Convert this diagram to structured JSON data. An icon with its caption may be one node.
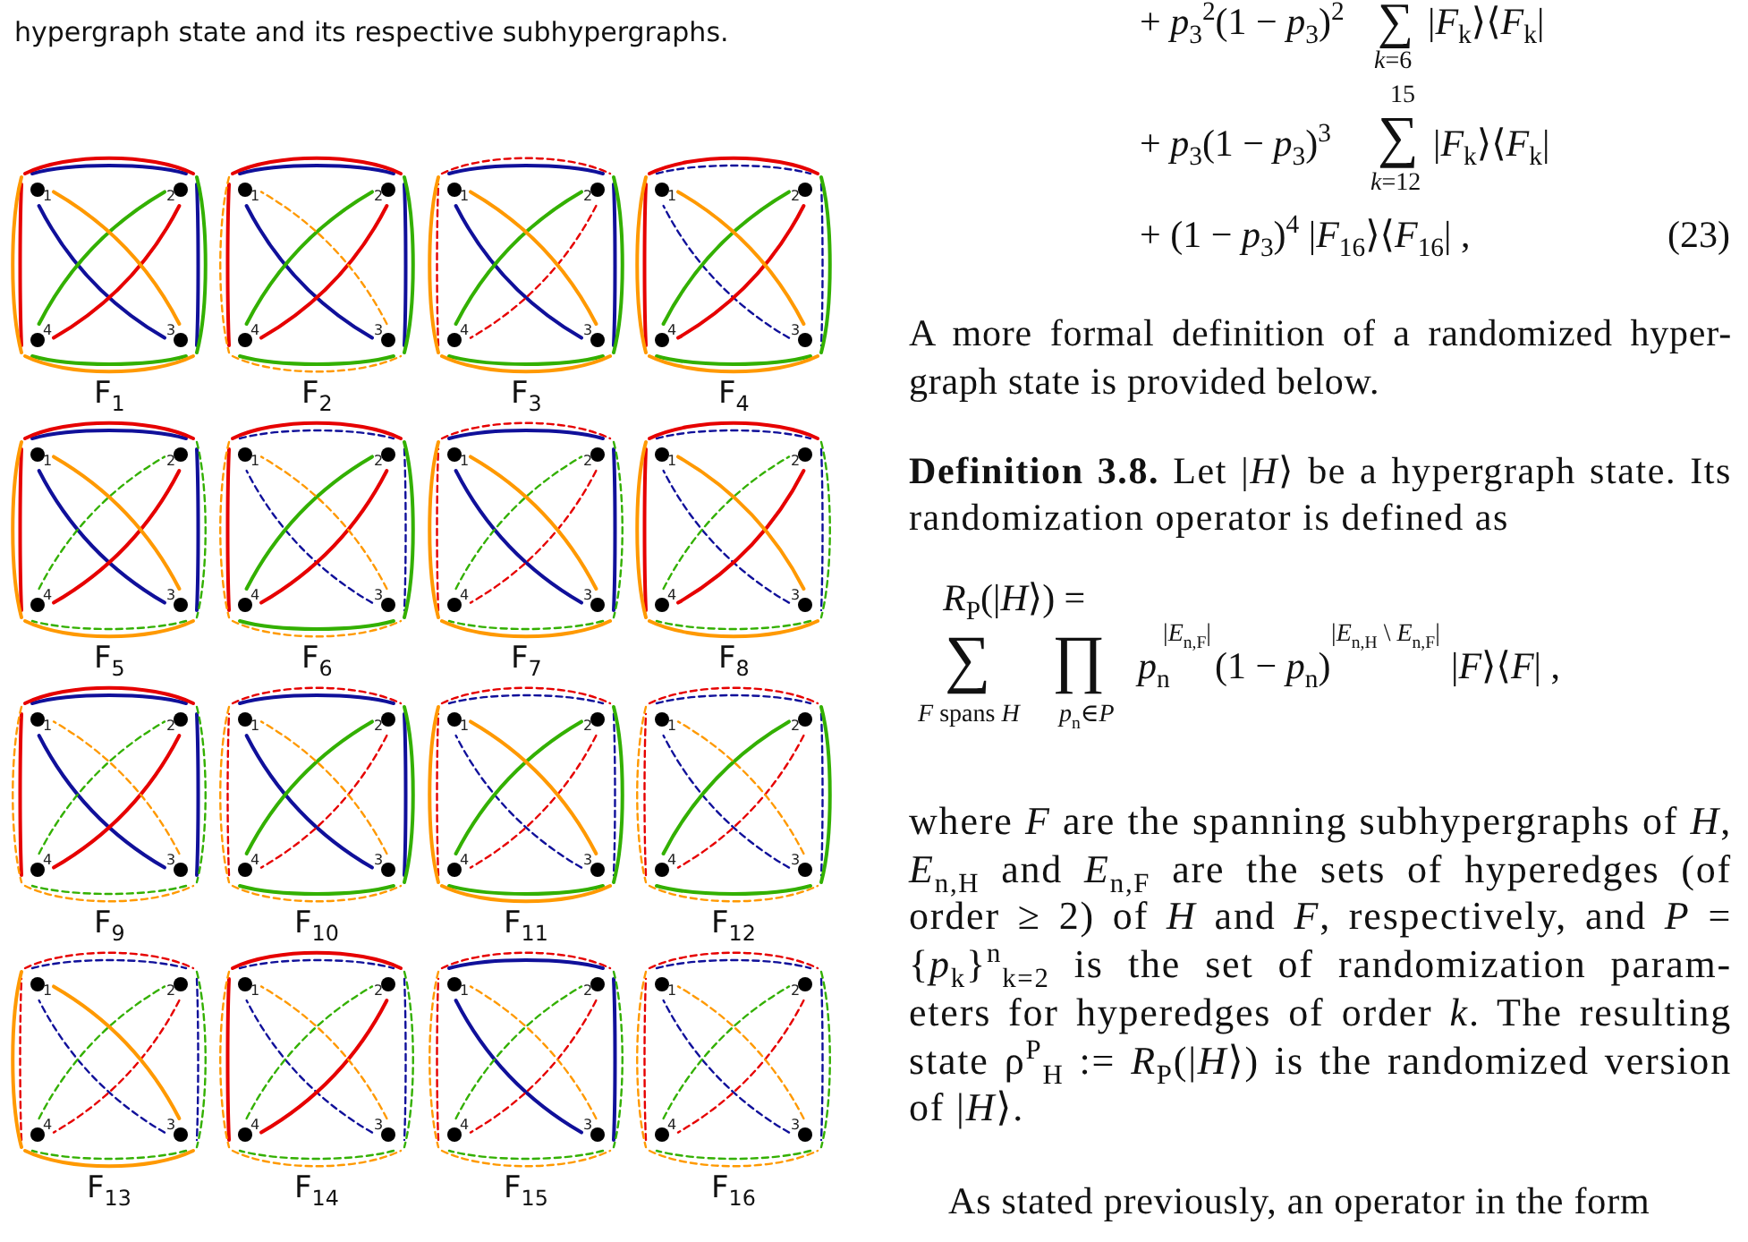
{
  "diagram": {
    "caption": "hypergraph state and its respective subhypergraphs.",
    "nodes": [
      {
        "text": [],
        "shape": "circle",
        "beside": [
          "1"
        ]
      },
      {
        "text": [],
        "shape": "circle",
        "beside": [
          "2"
        ]
      },
      {
        "text": [],
        "shape": "circle",
        "beside": [
          "4"
        ]
      },
      {
        "text": [],
        "shape": "circle",
        "beside": [
          "3"
        ]
      },
      {
        "text": [],
        "shape": "circle",
        "beside": [
          "1"
        ]
      },
      {
        "text": [],
        "shape": "circle",
        "beside": [
          "2"
        ]
      },
      {
        "text": [],
        "shape": "circle",
        "beside": [
          "4"
        ]
      },
      {
        "text": [],
        "shape": "circle",
        "beside": [
          "3"
        ]
      },
      {
        "text": [],
        "shape": "circle",
        "beside": [
          "1"
        ]
      },
      {
        "text": [],
        "shape": "circle",
        "beside": [
          "2"
        ]
      },
      {
        "text": [],
        "shape": "circle",
        "beside": [
          "4"
        ]
      },
      {
        "text": [],
        "shape": "circle",
        "beside": [
          "3"
        ]
      },
      {
        "text": [],
        "shape": "circle",
        "beside": [
          "1"
        ]
      },
      {
        "text": [],
        "shape": "circle",
        "beside": [
          "2"
        ]
      },
      {
        "text": [],
        "shape": "circle",
        "beside": [
          "4"
        ]
      },
      {
        "text": [],
        "shape": "circle",
        "beside": [
          "3"
        ]
      },
      {
        "text": [],
        "shape": "circle",
        "beside": [
          "1"
        ]
      },
      {
        "text": [],
        "shape": "circle",
        "beside": [
          "2"
        ]
      },
      {
        "text": [],
        "shape": "circle",
        "beside": [
          "4"
        ]
      },
      {
        "text": [],
        "shape": "circle",
        "beside": [
          "3"
        ]
      },
      {
        "text": [],
        "shape": "circle",
        "beside": [
          "1"
        ]
      },
      {
        "text": [],
        "shape": "circle",
        "beside": [
          "2"
        ]
      },
      {
        "text": [],
        "shape": "circle",
        "beside": [
          "4"
        ]
      },
      {
        "text": [],
        "shape": "circle",
        "beside": [
          "3"
        ]
      },
      {
        "text": [],
        "shape": "circle",
        "beside": [
          "1"
        ]
      },
      {
        "text": [],
        "shape": "circle",
        "beside": [
          "2"
        ]
      },
      {
        "text": [],
        "shape": "circle",
        "beside": [
          "4"
        ]
      },
      {
        "text": [],
        "shape": "circle",
        "beside": [
          "3"
        ]
      },
      {
        "text": [],
        "shape": "circle",
        "beside": [
          "1"
        ]
      },
      {
        "text": [],
        "shape": "circle",
        "beside": [
          "2"
        ]
      },
      {
        "text": [],
        "shape": "circle",
        "beside": [
          "4"
        ]
      },
      {
        "text": [],
        "shape": "circle",
        "beside": [
          "3"
        ]
      },
      {
        "text": [],
        "shape": "circle",
        "beside": [
          "1"
        ]
      },
      {
        "text": [],
        "shape": "circle",
        "beside": [
          "2"
        ]
      },
      {
        "text": [],
        "shape": "circle",
        "beside": [
          "4"
        ]
      },
      {
        "text": [],
        "shape": "circle",
        "beside": [
          "3"
        ]
      },
      {
        "text": [],
        "shape": "circle",
        "beside": [
          "1"
        ]
      },
      {
        "text": [],
        "shape": "circle",
        "beside": [
          "2"
        ]
      },
      {
        "text": [],
        "shape": "circle",
        "beside": [
          "4"
        ]
      },
      {
        "text": [],
        "shape": "circle",
        "beside": [
          "3"
        ]
      },
      {
        "text": [],
        "shape": "circle",
        "beside": [
          "1"
        ]
      },
      {
        "text": [],
        "shape": "circle",
        "beside": [
          "2"
        ]
      },
      {
        "text": [],
        "shape": "circle",
        "beside": [
          "4"
        ]
      },
      {
        "text": [],
        "shape": "circle",
        "beside": [
          "3"
        ]
      },
      {
        "text": [],
        "shape": "circle",
        "beside": [
          "1"
        ]
      },
      {
        "text": [],
        "shape": "circle",
        "beside": [
          "2"
        ]
      },
      {
        "text": [],
        "shape": "circle",
        "beside": [
          "4"
        ]
      },
      {
        "text": [],
        "shape": "circle",
        "beside": [
          "3"
        ]
      },
      {
        "text": [],
        "shape": "circle",
        "beside": [
          "1"
        ]
      },
      {
        "text": [],
        "shape": "circle",
        "beside": [
          "2"
        ]
      },
      {
        "text": [],
        "shape": "circle",
        "beside": [
          "4"
        ]
      },
      {
        "text": [],
        "shape": "circle",
        "beside": [
          "3"
        ]
      },
      {
        "text": [],
        "shape": "circle",
        "beside": [
          "1"
        ]
      },
      {
        "text": [],
        "shape": "circle",
        "beside": [
          "2"
        ]
      },
      {
        "text": [],
        "shape": "circle",
        "beside": [
          "4"
        ]
      },
      {
        "text": [],
        "shape": "circle",
        "beside": [
          "3"
        ]
      },
      {
        "text": [],
        "shape": "circle",
        "beside": [
          "1"
        ]
      },
      {
        "text": [],
        "shape": "circle",
        "beside": [
          "2"
        ]
      },
      {
        "text": [],
        "shape": "circle",
        "beside": [
          "4"
        ]
      },
      {
        "text": [],
        "shape": "circle",
        "beside": [
          "3"
        ]
      },
      {
        "text": [],
        "shape": "circle",
        "beside": [
          "1"
        ]
      },
      {
        "text": [],
        "shape": "circle",
        "beside": [
          "2"
        ]
      },
      {
        "text": [],
        "shape": "circle",
        "beside": [
          "4"
        ]
      },
      {
        "text": [],
        "shape": "circle",
        "beside": [
          "3"
        ]
      }
    ],
    "edges": [
      {
        "from": 0,
        "to": 1,
        "arrow": "none",
        "color": "#10109a"
      },
      {
        "from": 1,
        "to": 3,
        "arrow": "none",
        "color": "#10109a"
      },
      {
        "from": 3,
        "to": 0,
        "arrow": "none",
        "color": "#10109a"
      },
      {
        "from": 0,
        "to": 1,
        "arrow": "none",
        "color": "#e60000"
      },
      {
        "from": 1,
        "to": 2,
        "arrow": "none",
        "color": "#e60000"
      },
      {
        "from": 2,
        "to": 0,
        "arrow": "none",
        "color": "#e60000"
      },
      {
        "from": 1,
        "to": 3,
        "arrow": "none",
        "color": "#33b000"
      },
      {
        "from": 3,
        "to": 2,
        "arrow": "none",
        "color": "#33b000"
      },
      {
        "from": 2,
        "to": 1,
        "arrow": "none",
        "color": "#33b000"
      },
      {
        "from": 0,
        "to": 2,
        "arrow": "none",
        "color": "#ff9900"
      },
      {
        "from": 2,
        "to": 3,
        "arrow": "none",
        "color": "#ff9900"
      },
      {
        "from": 3,
        "to": 0,
        "arrow": "none",
        "color": "#ff9900"
      },
      {
        "from": 4,
        "to": 5,
        "arrow": "none",
        "color": "#10109a"
      },
      {
        "from": 5,
        "to": 7,
        "arrow": "none",
        "color": "#10109a"
      },
      {
        "from": 7,
        "to": 4,
        "arrow": "none",
        "color": "#10109a"
      },
      {
        "from": 4,
        "to": 5,
        "arrow": "none",
        "color": "#e60000"
      },
      {
        "from": 5,
        "to": 6,
        "arrow": "none",
        "color": "#e60000"
      },
      {
        "from": 6,
        "to": 4,
        "arrow": "none",
        "color": "#e60000"
      },
      {
        "from": 5,
        "to": 7,
        "arrow": "none",
        "color": "#33b000"
      },
      {
        "from": 7,
        "to": 6,
        "arrow": "none",
        "color": "#33b000"
      },
      {
        "from": 6,
        "to": 5,
        "arrow": "none",
        "color": "#33b000"
      },
      {
        "from": 4,
        "to": 6,
        "arrow": "none",
        "color": "#ff9900",
        "style": "dashed"
      },
      {
        "from": 6,
        "to": 7,
        "arrow": "none",
        "color": "#ff9900",
        "style": "dashed"
      },
      {
        "from": 7,
        "to": 4,
        "arrow": "none",
        "color": "#ff9900",
        "style": "dashed"
      },
      {
        "from": 8,
        "to": 9,
        "arrow": "none",
        "color": "#10109a"
      },
      {
        "from": 9,
        "to": 11,
        "arrow": "none",
        "color": "#10109a"
      },
      {
        "from": 11,
        "to": 8,
        "arrow": "none",
        "color": "#10109a"
      },
      {
        "from": 8,
        "to": 9,
        "arrow": "none",
        "color": "#e60000",
        "style": "dashed"
      },
      {
        "from": 9,
        "to": 10,
        "arrow": "none",
        "color": "#e60000",
        "style": "dashed"
      },
      {
        "from": 10,
        "to": 8,
        "arrow": "none",
        "color": "#e60000",
        "style": "dashed"
      },
      {
        "from": 9,
        "to": 11,
        "arrow": "none",
        "color": "#33b000"
      },
      {
        "from": 11,
        "to": 10,
        "arrow": "none",
        "color": "#33b000"
      },
      {
        "from": 10,
        "to": 9,
        "arrow": "none",
        "color": "#33b000"
      },
      {
        "from": 8,
        "to": 10,
        "arrow": "none",
        "color": "#ff9900"
      },
      {
        "from": 10,
        "to": 11,
        "arrow": "none",
        "color": "#ff9900"
      },
      {
        "from": 11,
        "to": 8,
        "arrow": "none",
        "color": "#ff9900"
      },
      {
        "from": 12,
        "to": 13,
        "arrow": "none",
        "color": "#10109a",
        "style": "dashed"
      },
      {
        "from": 13,
        "to": 15,
        "arrow": "none",
        "color": "#10109a",
        "style": "dashed"
      },
      {
        "from": 15,
        "to": 12,
        "arrow": "none",
        "color": "#10109a",
        "style": "dashed"
      },
      {
        "from": 12,
        "to": 13,
        "arrow": "none",
        "color": "#e60000"
      },
      {
        "from": 13,
        "to": 14,
        "arrow": "none",
        "color": "#e60000"
      },
      {
        "from": 14,
        "to": 12,
        "arrow": "none",
        "color": "#e60000"
      },
      {
        "from": 13,
        "to": 15,
        "arrow": "none",
        "color": "#33b000"
      },
      {
        "from": 15,
        "to": 14,
        "arrow": "none",
        "color": "#33b000"
      },
      {
        "from": 14,
        "to": 13,
        "arrow": "none",
        "color": "#33b000"
      },
      {
        "from": 12,
        "to": 14,
        "arrow": "none",
        "color": "#ff9900"
      },
      {
        "from": 14,
        "to": 15,
        "arrow": "none",
        "color": "#ff9900"
      },
      {
        "from": 15,
        "to": 12,
        "arrow": "none",
        "color": "#ff9900"
      },
      {
        "from": 16,
        "to": 17,
        "arrow": "none",
        "color": "#10109a"
      },
      {
        "from": 17,
        "to": 19,
        "arrow": "none",
        "color": "#10109a"
      },
      {
        "from": 19,
        "to": 16,
        "arrow": "none",
        "color": "#10109a"
      },
      {
        "from": 16,
        "to": 17,
        "arrow": "none",
        "color": "#e60000"
      },
      {
        "from": 17,
        "to": 18,
        "arrow": "none",
        "color": "#e60000"
      },
      {
        "from": 18,
        "to": 16,
        "arrow": "none",
        "color": "#e60000"
      },
      {
        "from": 17,
        "to": 19,
        "arrow": "none",
        "color": "#33b000",
        "style": "dashed"
      },
      {
        "from": 19,
        "to": 18,
        "arrow": "none",
        "color": "#33b000",
        "style": "dashed"
      },
      {
        "from": 18,
        "to": 17,
        "arrow": "none",
        "color": "#33b000",
        "style": "dashed"
      },
      {
        "from": 16,
        "to": 18,
        "arrow": "none",
        "color": "#ff9900"
      },
      {
        "from": 18,
        "to": 19,
        "arrow": "none",
        "color": "#ff9900"
      },
      {
        "from": 19,
        "to": 16,
        "arrow": "none",
        "color": "#ff9900"
      },
      {
        "from": 20,
        "to": 21,
        "arrow": "none",
        "color": "#10109a",
        "style": "dashed"
      },
      {
        "from": 21,
        "to": 23,
        "arrow": "none",
        "color": "#10109a",
        "style": "dashed"
      },
      {
        "from": 23,
        "to": 20,
        "arrow": "none",
        "color": "#10109a",
        "style": "dashed"
      },
      {
        "from": 20,
        "to": 21,
        "arrow": "none",
        "color": "#e60000"
      },
      {
        "from": 21,
        "to": 22,
        "arrow": "none",
        "color": "#e60000"
      },
      {
        "from": 22,
        "to": 20,
        "arrow": "none",
        "color": "#e60000"
      },
      {
        "from": 21,
        "to": 23,
        "arrow": "none",
        "color": "#33b000"
      },
      {
        "from": 23,
        "to": 22,
        "arrow": "none",
        "color": "#33b000"
      },
      {
        "from": 22,
        "to": 21,
        "arrow": "none",
        "color": "#33b000"
      },
      {
        "from": 20,
        "to": 22,
        "arrow": "none",
        "color": "#ff9900",
        "style": "dashed"
      },
      {
        "from": 22,
        "to": 23,
        "arrow": "none",
        "color": "#ff9900",
        "style": "dashed"
      },
      {
        "from": 23,
        "to": 20,
        "arrow": "none",
        "color": "#ff9900",
        "style": "dashed"
      },
      {
        "from": 24,
        "to": 25,
        "arrow": "none",
        "color": "#10109a"
      },
      {
        "from": 25,
        "to": 27,
        "arrow": "none",
        "color": "#10109a"
      },
      {
        "from": 27,
        "to": 24,
        "arrow": "none",
        "color": "#10109a"
      },
      {
        "from": 24,
        "to": 25,
        "arrow": "none",
        "color": "#e60000",
        "style": "dashed"
      },
      {
        "from": 25,
        "to": 26,
        "arrow": "none",
        "color": "#e60000",
        "style": "dashed"
      },
      {
        "from": 26,
        "to": 24,
        "arrow": "none",
        "color": "#e60000",
        "style": "dashed"
      },
      {
        "from": 25,
        "to": 27,
        "arrow": "none",
        "color": "#33b000",
        "style": "dashed"
      },
      {
        "from": 27,
        "to": 26,
        "arrow": "none",
        "color": "#33b000",
        "style": "dashed"
      },
      {
        "from": 26,
        "to": 25,
        "arrow": "none",
        "color": "#33b000",
        "style": "dashed"
      },
      {
        "from": 24,
        "to": 26,
        "arrow": "none",
        "color": "#ff9900"
      },
      {
        "from": 26,
        "to": 27,
        "arrow": "none",
        "color": "#ff9900"
      },
      {
        "from": 27,
        "to": 24,
        "arrow": "none",
        "color": "#ff9900"
      },
      {
        "from": 28,
        "to": 29,
        "arrow": "none",
        "color": "#10109a",
        "style": "dashed"
      },
      {
        "from": 29,
        "to": 31,
        "arrow": "none",
        "color": "#10109a",
        "style": "dashed"
      },
      {
        "from": 31,
        "to": 28,
        "arrow": "none",
        "color": "#10109a",
        "style": "dashed"
      },
      {
        "from": 28,
        "to": 29,
        "arrow": "none",
        "color": "#e60000"
      },
      {
        "from": 29,
        "to": 30,
        "arrow": "none",
        "color": "#e60000"
      },
      {
        "from": 30,
        "to": 28,
        "arrow": "none",
        "color": "#e60000"
      },
      {
        "from": 29,
        "to": 31,
        "arrow": "none",
        "color": "#33b000",
        "style": "dashed"
      },
      {
        "from": 31,
        "to": 30,
        "arrow": "none",
        "color": "#33b000",
        "style": "dashed"
      },
      {
        "from": 30,
        "to": 29,
        "arrow": "none",
        "color": "#33b000",
        "style": "dashed"
      },
      {
        "from": 28,
        "to": 30,
        "arrow": "none",
        "color": "#ff9900"
      },
      {
        "from": 30,
        "to": 31,
        "arrow": "none",
        "color": "#ff9900"
      },
      {
        "from": 31,
        "to": 28,
        "arrow": "none",
        "color": "#ff9900"
      },
      {
        "from": 32,
        "to": 33,
        "arrow": "none",
        "color": "#10109a"
      },
      {
        "from": 33,
        "to": 35,
        "arrow": "none",
        "color": "#10109a"
      },
      {
        "from": 35,
        "to": 32,
        "arrow": "none",
        "color": "#10109a"
      },
      {
        "from": 32,
        "to": 33,
        "arrow": "none",
        "color": "#e60000"
      },
      {
        "from": 33,
        "to": 34,
        "arrow": "none",
        "color": "#e60000"
      },
      {
        "from": 34,
        "to": 32,
        "arrow": "none",
        "color": "#e60000"
      },
      {
        "from": 33,
        "to": 35,
        "arrow": "none",
        "color": "#33b000",
        "style": "dashed"
      },
      {
        "from": 35,
        "to": 34,
        "arrow": "none",
        "color": "#33b000",
        "style": "dashed"
      },
      {
        "from": 34,
        "to": 33,
        "arrow": "none",
        "color": "#33b000",
        "style": "dashed"
      },
      {
        "from": 32,
        "to": 34,
        "arrow": "none",
        "color": "#ff9900",
        "style": "dashed"
      },
      {
        "from": 34,
        "to": 35,
        "arrow": "none",
        "color": "#ff9900",
        "style": "dashed"
      },
      {
        "from": 35,
        "to": 32,
        "arrow": "none",
        "color": "#ff9900",
        "style": "dashed"
      },
      {
        "from": 36,
        "to": 37,
        "arrow": "none",
        "color": "#10109a"
      },
      {
        "from": 37,
        "to": 39,
        "arrow": "none",
        "color": "#10109a"
      },
      {
        "from": 39,
        "to": 36,
        "arrow": "none",
        "color": "#10109a"
      },
      {
        "from": 36,
        "to": 37,
        "arrow": "none",
        "color": "#e60000",
        "style": "dashed"
      },
      {
        "from": 37,
        "to": 38,
        "arrow": "none",
        "color": "#e60000",
        "style": "dashed"
      },
      {
        "from": 38,
        "to": 36,
        "arrow": "none",
        "color": "#e60000",
        "style": "dashed"
      },
      {
        "from": 37,
        "to": 39,
        "arrow": "none",
        "color": "#33b000"
      },
      {
        "from": 39,
        "to": 38,
        "arrow": "none",
        "color": "#33b000"
      },
      {
        "from": 38,
        "to": 37,
        "arrow": "none",
        "color": "#33b000"
      },
      {
        "from": 36,
        "to": 38,
        "arrow": "none",
        "color": "#ff9900",
        "style": "dashed"
      },
      {
        "from": 38,
        "to": 39,
        "arrow": "none",
        "color": "#ff9900",
        "style": "dashed"
      },
      {
        "from": 39,
        "to": 36,
        "arrow": "none",
        "color": "#ff9900",
        "style": "dashed"
      },
      {
        "from": 40,
        "to": 41,
        "arrow": "none",
        "color": "#10109a",
        "style": "dashed"
      },
      {
        "from": 41,
        "to": 43,
        "arrow": "none",
        "color": "#10109a",
        "style": "dashed"
      },
      {
        "from": 43,
        "to": 40,
        "arrow": "none",
        "color": "#10109a",
        "style": "dashed"
      },
      {
        "from": 40,
        "to": 41,
        "arrow": "none",
        "color": "#e60000",
        "style": "dashed"
      },
      {
        "from": 41,
        "to": 42,
        "arrow": "none",
        "color": "#e60000",
        "style": "dashed"
      },
      {
        "from": 42,
        "to": 40,
        "arrow": "none",
        "color": "#e60000",
        "style": "dashed"
      },
      {
        "from": 41,
        "to": 43,
        "arrow": "none",
        "color": "#33b000"
      },
      {
        "from": 43,
        "to": 42,
        "arrow": "none",
        "color": "#33b000"
      },
      {
        "from": 42,
        "to": 41,
        "arrow": "none",
        "color": "#33b000"
      },
      {
        "from": 40,
        "to": 42,
        "arrow": "none",
        "color": "#ff9900"
      },
      {
        "from": 42,
        "to": 43,
        "arrow": "none",
        "color": "#ff9900"
      },
      {
        "from": 43,
        "to": 40,
        "arrow": "none",
        "color": "#ff9900"
      },
      {
        "from": 44,
        "to": 45,
        "arrow": "none",
        "color": "#10109a",
        "style": "dashed"
      },
      {
        "from": 45,
        "to": 47,
        "arrow": "none",
        "color": "#10109a",
        "style": "dashed"
      },
      {
        "from": 47,
        "to": 44,
        "arrow": "none",
        "color": "#10109a",
        "style": "dashed"
      },
      {
        "from": 44,
        "to": 45,
        "arrow": "none",
        "color": "#e60000",
        "style": "dashed"
      },
      {
        "from": 45,
        "to": 46,
        "arrow": "none",
        "color": "#e60000",
        "style": "dashed"
      },
      {
        "from": 46,
        "to": 44,
        "arrow": "none",
        "color": "#e60000",
        "style": "dashed"
      },
      {
        "from": 45,
        "to": 47,
        "arrow": "none",
        "color": "#33b000"
      },
      {
        "from": 47,
        "to": 46,
        "arrow": "none",
        "color": "#33b000"
      },
      {
        "from": 46,
        "to": 45,
        "arrow": "none",
        "color": "#33b000"
      },
      {
        "from": 44,
        "to": 46,
        "arrow": "none",
        "color": "#ff9900",
        "style": "dashed"
      },
      {
        "from": 46,
        "to": 47,
        "arrow": "none",
        "color": "#ff9900",
        "style": "dashed"
      },
      {
        "from": 47,
        "to": 44,
        "arrow": "none",
        "color": "#ff9900",
        "style": "dashed"
      },
      {
        "from": 48,
        "to": 49,
        "arrow": "none",
        "color": "#10109a",
        "style": "dashed"
      },
      {
        "from": 49,
        "to": 51,
        "arrow": "none",
        "color": "#10109a",
        "style": "dashed"
      },
      {
        "from": 51,
        "to": 48,
        "arrow": "none",
        "color": "#10109a",
        "style": "dashed"
      },
      {
        "from": 48,
        "to": 49,
        "arrow": "none",
        "color": "#e60000",
        "style": "dashed"
      },
      {
        "from": 49,
        "to": 50,
        "arrow": "none",
        "color": "#e60000",
        "style": "dashed"
      },
      {
        "from": 50,
        "to": 48,
        "arrow": "none",
        "color": "#e60000",
        "style": "dashed"
      },
      {
        "from": 49,
        "to": 51,
        "arrow": "none",
        "color": "#33b000",
        "style": "dashed"
      },
      {
        "from": 51,
        "to": 50,
        "arrow": "none",
        "color": "#33b000",
        "style": "dashed"
      },
      {
        "from": 50,
        "to": 49,
        "arrow": "none",
        "color": "#33b000",
        "style": "dashed"
      },
      {
        "from": 48,
        "to": 50,
        "arrow": "none",
        "color": "#ff9900"
      },
      {
        "from": 50,
        "to": 51,
        "arrow": "none",
        "color": "#ff9900"
      },
      {
        "from": 51,
        "to": 48,
        "arrow": "none",
        "color": "#ff9900"
      },
      {
        "from": 52,
        "to": 53,
        "arrow": "none",
        "color": "#10109a",
        "style": "dashed"
      },
      {
        "from": 53,
        "to": 55,
        "arrow": "none",
        "color": "#10109a",
        "style": "dashed"
      },
      {
        "from": 55,
        "to": 52,
        "arrow": "none",
        "color": "#10109a",
        "style": "dashed"
      },
      {
        "from": 52,
        "to": 53,
        "arrow": "none",
        "color": "#e60000"
      },
      {
        "from": 53,
        "to": 54,
        "arrow": "none",
        "color": "#e60000"
      },
      {
        "from": 54,
        "to": 52,
        "arrow": "none",
        "color": "#e60000"
      },
      {
        "from": 53,
        "to": 55,
        "arrow": "none",
        "color": "#33b000",
        "style": "dashed"
      },
      {
        "from": 55,
        "to": 54,
        "arrow": "none",
        "color": "#33b000",
        "style": "dashed"
      },
      {
        "from": 54,
        "to": 53,
        "arrow": "none",
        "color": "#33b000",
        "style": "dashed"
      },
      {
        "from": 52,
        "to": 54,
        "arrow": "none",
        "color": "#ff9900",
        "style": "dashed"
      },
      {
        "from": 54,
        "to": 55,
        "arrow": "none",
        "color": "#ff9900",
        "style": "dashed"
      },
      {
        "from": 55,
        "to": 52,
        "arrow": "none",
        "color": "#ff9900",
        "style": "dashed"
      },
      {
        "from": 56,
        "to": 57,
        "arrow": "none",
        "color": "#10109a"
      },
      {
        "from": 57,
        "to": 59,
        "arrow": "none",
        "color": "#10109a"
      },
      {
        "from": 59,
        "to": 56,
        "arrow": "none",
        "color": "#10109a"
      },
      {
        "from": 56,
        "to": 57,
        "arrow": "none",
        "color": "#e60000",
        "style": "dashed"
      },
      {
        "from": 57,
        "to": 58,
        "arrow": "none",
        "color": "#e60000",
        "style": "dashed"
      },
      {
        "from": 58,
        "to": 56,
        "arrow": "none",
        "color": "#e60000",
        "style": "dashed"
      },
      {
        "from": 57,
        "to": 59,
        "arrow": "none",
        "color": "#33b000",
        "style": "dashed"
      },
      {
        "from": 59,
        "to": 58,
        "arrow": "none",
        "color": "#33b000",
        "style": "dashed"
      },
      {
        "from": 58,
        "to": 57,
        "arrow": "none",
        "color": "#33b000",
        "style": "dashed"
      },
      {
        "from": 56,
        "to": 58,
        "arrow": "none",
        "color": "#ff9900",
        "style": "dashed"
      },
      {
        "from": 58,
        "to": 59,
        "arrow": "none",
        "color": "#ff9900",
        "style": "dashed"
      },
      {
        "from": 59,
        "to": 56,
        "arrow": "none",
        "color": "#ff9900",
        "style": "dashed"
      },
      {
        "from": 60,
        "to": 61,
        "arrow": "none",
        "color": "#10109a",
        "style": "dashed"
      },
      {
        "from": 61,
        "to": 63,
        "arrow": "none",
        "color": "#10109a",
        "style": "dashed"
      },
      {
        "from": 63,
        "to": 60,
        "arrow": "none",
        "color": "#10109a",
        "style": "dashed"
      },
      {
        "from": 60,
        "to": 61,
        "arrow": "none",
        "color": "#e60000",
        "style": "dashed"
      },
      {
        "from": 61,
        "to": 62,
        "arrow": "none",
        "color": "#e60000",
        "style": "dashed"
      },
      {
        "from": 62,
        "to": 60,
        "arrow": "none",
        "color": "#e60000",
        "style": "dashed"
      },
      {
        "from": 61,
        "to": 63,
        "arrow": "none",
        "color": "#33b000",
        "style": "dashed"
      },
      {
        "from": 63,
        "to": 62,
        "arrow": "none",
        "color": "#33b000",
        "style": "dashed"
      },
      {
        "from": 62,
        "to": 61,
        "arrow": "none",
        "color": "#33b000",
        "style": "dashed"
      },
      {
        "from": 60,
        "to": 62,
        "arrow": "none",
        "color": "#ff9900",
        "style": "dashed"
      },
      {
        "from": 62,
        "to": 63,
        "arrow": "none",
        "color": "#ff9900",
        "style": "dashed"
      },
      {
        "from": 63,
        "to": 60,
        "arrow": "none",
        "color": "#ff9900",
        "style": "dashed"
      }
    ],
    "labels": [
      "F$_{1}$",
      "F$_{2}$",
      "F$_{3}$",
      "F$_{4}$",
      "F$_{5}$",
      "F$_{6}$",
      "F$_{7}$",
      "F$_{8}$",
      "F$_{9}$",
      "F$_{10}$",
      "F$_{11}$",
      "F$_{12}$",
      "F$_{13}$",
      "F$_{14}$",
      "F$_{15}$",
      "F$_{16}$",
      "+ *p*$_{3}$$^{2}$(1 − *p*$_{3}$)$^{2}$",
      "∑",
      "|*F*$_{k}$⟩⟨*F*$_{k}$|",
      "*k*=6",
      "15",
      "+ *p*$_{3}$(1 − *p*$_{3}$)$^{3}$",
      "∑",
      "|*F*$_{k}$⟩⟨*F*$_{k}$|",
      "*k*=12",
      "+ (1 − *p*$_{3}$)$^{4}$ |*F*$_{16}$⟩⟨*F*$_{16}$| ,",
      "(23)",
      "A more formal definition of a randomized hyper- graph state is provided below.",
      "**Definition 3.8.** Let |*H*⟩ be a hypergraph state. Its randomization operator is defined as",
      "*R*$_{P}$(|*H*⟩) =",
      "∑",
      "∏",
      "*p*$_{n}$",
      "|*E*$_{n,F}$|",
      "(1 − *p*$_{n}$)",
      "|*E*$_{n,H}$ \\ *E*$_{n,F}$|",
      "|*F*⟩⟨*F*| ,",
      "*F* spans *H*",
      "*p*$_{n}$∈*P*",
      "where *F* are the spanning subhypergraphs of *H*, *E*$_{n,H}$ and *E*$_{n,F}$ are the sets of hyperedges (of order ≥ 2) of *H* and *F*, respectively, and *P* = {*p*$_{k}$}$^{n}$$_{k=2}$ is the set of randomization param- eters for hyperedges of order *k*. The resulting state ρ$^{P}$$_{H}$ := *R*$_{P}$(|*H*⟩) is the randomized version of |*H*⟩.",
      "As stated previously, an operator in the form"
    ]
  }
}
